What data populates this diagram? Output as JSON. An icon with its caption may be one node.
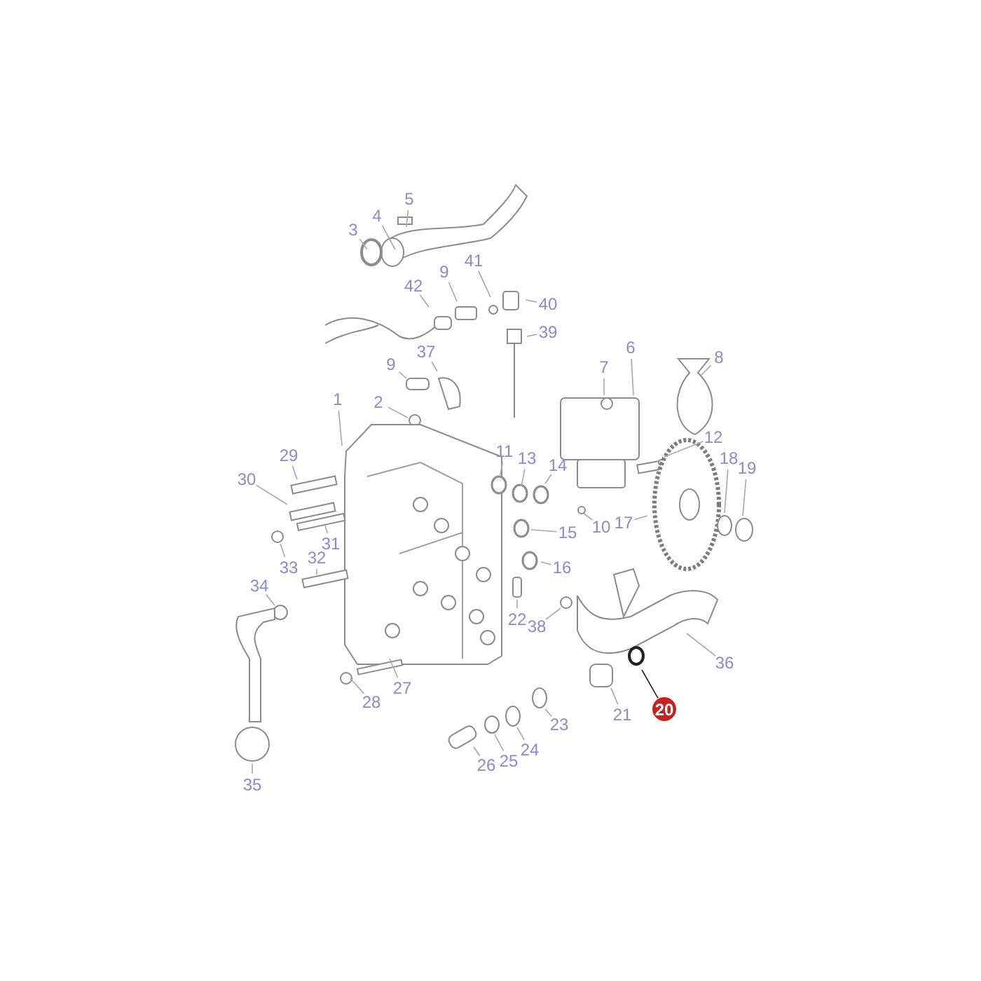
{
  "diagram": {
    "nodes": [
      {
        "text": [
          "5"
        ]
      },
      {
        "text": [
          "4"
        ]
      },
      {
        "text": [
          "3"
        ]
      },
      {
        "text": [
          "41"
        ]
      },
      {
        "text": [
          "9"
        ]
      },
      {
        "text": [
          "42"
        ]
      },
      {
        "text": [
          "40"
        ]
      },
      {
        "text": [
          "39"
        ]
      },
      {
        "text": [
          "6"
        ]
      },
      {
        "text": [
          "7"
        ]
      },
      {
        "text": [
          "8"
        ]
      },
      {
        "text": [
          "37"
        ]
      },
      {
        "text": [
          "9"
        ]
      },
      {
        "text": [
          "1"
        ]
      },
      {
        "text": [
          "2"
        ]
      },
      {
        "text": [
          "12"
        ]
      },
      {
        "text": [
          "11"
        ]
      },
      {
        "text": [
          "29"
        ]
      },
      {
        "text": [
          "13"
        ]
      },
      {
        "text": [
          "18"
        ]
      },
      {
        "text": [
          "19"
        ]
      },
      {
        "text": [
          "14"
        ]
      },
      {
        "text": [
          "30"
        ]
      },
      {
        "text": [
          "17"
        ]
      },
      {
        "text": [
          "10"
        ]
      },
      {
        "text": [
          "15"
        ]
      },
      {
        "text": [
          "16"
        ]
      },
      {
        "text": [
          "31"
        ]
      },
      {
        "text": [
          "32"
        ]
      },
      {
        "text": [
          "33"
        ]
      },
      {
        "text": [
          "34"
        ]
      },
      {
        "text": [
          "22"
        ]
      },
      {
        "text": [
          "38"
        ]
      },
      {
        "text": [
          "36"
        ]
      },
      {
        "text": [
          "20"
        ]
      },
      {
        "text": [
          "21"
        ]
      },
      {
        "text": [
          "27"
        ]
      },
      {
        "text": [
          "28"
        ]
      },
      {
        "text": [
          "23"
        ]
      },
      {
        "text": [
          "24"
        ]
      },
      {
        "text": [
          "26"
        ]
      },
      {
        "text": [
          "25"
        ]
      },
      {
        "text": [
          "35"
        ]
      }
    ],
    "edges": [
      {
        "from": 0,
        "to": null,
        "arrow": "none"
      },
      {
        "from": 1,
        "to": null,
        "arrow": "none"
      },
      {
        "from": 2,
        "to": null,
        "arrow": "none"
      },
      {
        "from": 3,
        "to": null,
        "arrow": "none"
      },
      {
        "from": 4,
        "to": null,
        "arrow": "none"
      },
      {
        "from": 5,
        "to": null,
        "arrow": "none"
      },
      {
        "from": 6,
        "to": null,
        "arrow": "none"
      },
      {
        "from": 7,
        "to": null,
        "arrow": "none"
      },
      {
        "from": 8,
        "to": null,
        "arrow": "none"
      },
      {
        "from": 9,
        "to": null,
        "arrow": "none"
      },
      {
        "from": 10,
        "to": null,
        "arrow": "none"
      },
      {
        "from": 11,
        "to": null,
        "arrow": "none"
      },
      {
        "from": 12,
        "to": null,
        "arrow": "none"
      },
      {
        "from": 13,
        "to": null,
        "arrow": "none"
      },
      {
        "from": 14,
        "to": null,
        "arrow": "none"
      },
      {
        "from": 15,
        "to": null,
        "arrow": "none"
      },
      {
        "from": 16,
        "to": null,
        "arrow": "none"
      },
      {
        "from": 17,
        "to": null,
        "arrow": "none"
      },
      {
        "from": 18,
        "to": null,
        "arrow": "none"
      },
      {
        "from": 19,
        "to": null,
        "arrow": "none"
      },
      {
        "from": 20,
        "to": null,
        "arrow": "none"
      },
      {
        "from": 21,
        "to": null,
        "arrow": "none"
      },
      {
        "from": 22,
        "to": null,
        "arrow": "none"
      },
      {
        "from": 23,
        "to": null,
        "arrow": "none"
      },
      {
        "from": 24,
        "to": null,
        "arrow": "none"
      },
      {
        "from": 25,
        "to": null,
        "arrow": "none"
      },
      {
        "from": 26,
        "to": null,
        "arrow": "none"
      },
      {
        "from": 27,
        "to": null,
        "arrow": "none"
      },
      {
        "from": 28,
        "to": null,
        "arrow": "none"
      },
      {
        "from": 29,
        "to": null,
        "arrow": "none"
      },
      {
        "from": 30,
        "to": null,
        "arrow": "none"
      },
      {
        "from": 31,
        "to": null,
        "arrow": "none"
      },
      {
        "from": 32,
        "to": null,
        "arrow": "none"
      },
      {
        "from": 33,
        "to": null,
        "arrow": "none"
      },
      {
        "from": 34,
        "to": null,
        "arrow": "none",
        "color": "#222222"
      },
      {
        "from": 35,
        "to": null,
        "arrow": "none"
      },
      {
        "from": 36,
        "to": null,
        "arrow": "none"
      },
      {
        "from": 37,
        "to": null,
        "arrow": "none"
      },
      {
        "from": 38,
        "to": null,
        "arrow": "none"
      },
      {
        "from": 39,
        "to": null,
        "arrow": "none"
      },
      {
        "from": 40,
        "to": null,
        "arrow": "none"
      },
      {
        "from": 41,
        "to": null,
        "arrow": "none"
      },
      {
        "from": 42,
        "to": null,
        "arrow": "none"
      }
    ]
  }
}
